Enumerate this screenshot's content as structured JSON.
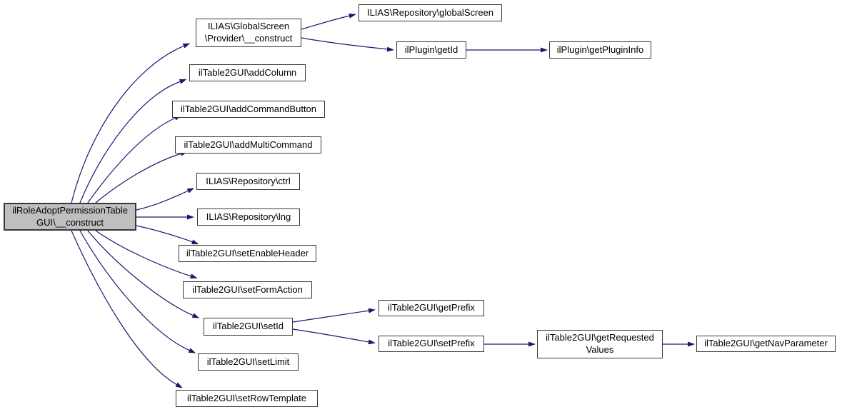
{
  "graph": {
    "type": "call-graph",
    "colors": {
      "edge": "#191970",
      "node_border": "#383838",
      "node_fill": "#ffffff",
      "current_node_fill": "#bfbfbf"
    },
    "nodes": [
      {
        "id": "construct",
        "label": "ilRoleAdoptPermissionTable\nGUI\\__construct",
        "current": true
      },
      {
        "id": "provider-construct",
        "label": "ILIAS\\GlobalScreen\n\\Provider\\__construct"
      },
      {
        "id": "global-screen",
        "label": "ILIAS\\Repository\\globalScreen"
      },
      {
        "id": "get-id",
        "label": "ilPlugin\\getId"
      },
      {
        "id": "get-plugin-info",
        "label": "ilPlugin\\getPluginInfo"
      },
      {
        "id": "add-column",
        "label": "ilTable2GUI\\addColumn"
      },
      {
        "id": "add-command-button",
        "label": "ilTable2GUI\\addCommandButton"
      },
      {
        "id": "add-multi-command",
        "label": "ilTable2GUI\\addMultiCommand"
      },
      {
        "id": "ctrl",
        "label": "ILIAS\\Repository\\ctrl"
      },
      {
        "id": "lng",
        "label": "ILIAS\\Repository\\lng"
      },
      {
        "id": "set-enable-header",
        "label": "ilTable2GUI\\setEnableHeader"
      },
      {
        "id": "set-form-action",
        "label": "ilTable2GUI\\setFormAction"
      },
      {
        "id": "set-id",
        "label": "ilTable2GUI\\setId"
      },
      {
        "id": "get-prefix",
        "label": "ilTable2GUI\\getPrefix"
      },
      {
        "id": "set-prefix",
        "label": "ilTable2GUI\\setPrefix"
      },
      {
        "id": "get-requested-values",
        "label": "ilTable2GUI\\getRequested\nValues"
      },
      {
        "id": "get-nav-parameter",
        "label": "ilTable2GUI\\getNavParameter"
      },
      {
        "id": "set-limit",
        "label": "ilTable2GUI\\setLimit"
      },
      {
        "id": "set-row-template",
        "label": "ilTable2GUI\\setRowTemplate"
      }
    ],
    "edges": [
      [
        "construct",
        "provider-construct"
      ],
      [
        "construct",
        "add-column"
      ],
      [
        "construct",
        "add-command-button"
      ],
      [
        "construct",
        "add-multi-command"
      ],
      [
        "construct",
        "ctrl"
      ],
      [
        "construct",
        "lng"
      ],
      [
        "construct",
        "set-enable-header"
      ],
      [
        "construct",
        "set-form-action"
      ],
      [
        "construct",
        "set-id"
      ],
      [
        "construct",
        "set-limit"
      ],
      [
        "construct",
        "set-row-template"
      ],
      [
        "provider-construct",
        "global-screen"
      ],
      [
        "provider-construct",
        "get-id"
      ],
      [
        "get-id",
        "get-plugin-info"
      ],
      [
        "set-id",
        "get-prefix"
      ],
      [
        "set-id",
        "set-prefix"
      ],
      [
        "set-prefix",
        "get-requested-values"
      ],
      [
        "get-requested-values",
        "get-nav-parameter"
      ]
    ]
  }
}
